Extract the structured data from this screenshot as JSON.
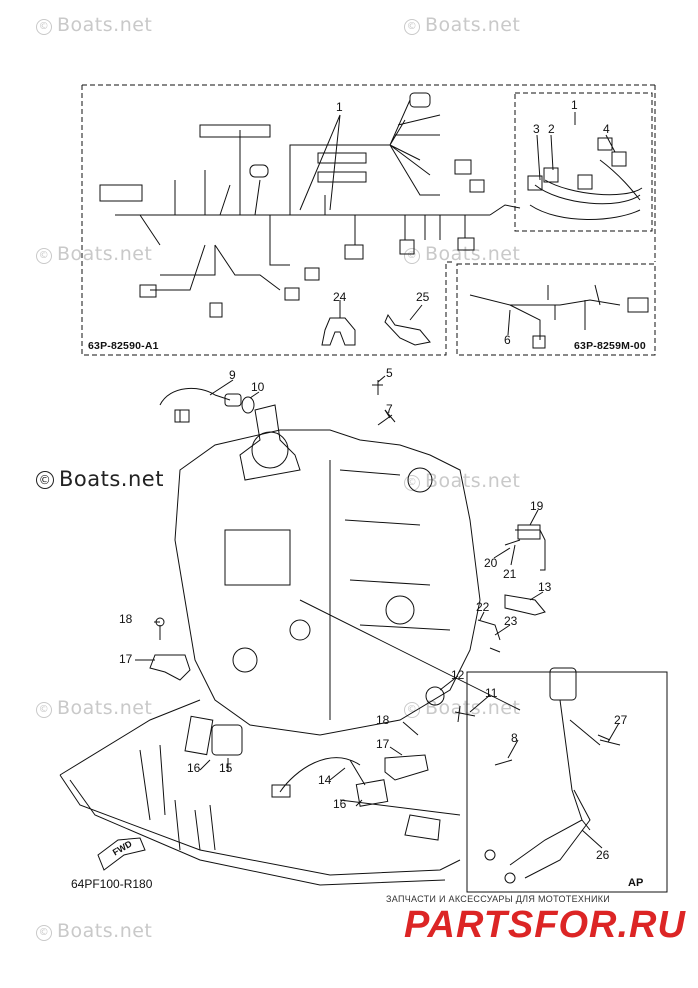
{
  "watermarks": [
    {
      "text": "Boats.net"
    },
    {
      "text": "Boats.net"
    },
    {
      "text": "Boats.net"
    },
    {
      "text": "Boats.net"
    },
    {
      "text": "Boats.net"
    },
    {
      "text": "Boats.net"
    },
    {
      "text": "Boats.net"
    },
    {
      "text": "Boats.net"
    }
  ],
  "main_watermark": "Boats.net",
  "copyright_symbol": "©",
  "box_codes": {
    "harness_main": "63P-82590-A1",
    "harness_sub": "63P-8259M-00"
  },
  "figure_code": "64PF100-R180",
  "fwd_label": "FWD",
  "ap_label": "AP",
  "callouts": [
    "1",
    "1",
    "2",
    "3",
    "4",
    "24",
    "25",
    "6",
    "9",
    "10",
    "5",
    "7",
    "19",
    "20",
    "21",
    "13",
    "22",
    "23",
    "18",
    "17",
    "12",
    "11",
    "18",
    "17",
    "8",
    "27",
    "14",
    "16",
    "15",
    "16",
    "26"
  ],
  "ad": {
    "top_text": "ЗАПЧАСТИ И АКСЕССУАРЫ ДЛЯ МОТОТЕХНИКИ",
    "logo": "PARTSFOR.RU"
  },
  "colors": {
    "line": "#111111",
    "watermark": "#c9c9c9",
    "ad_red": "#d60000"
  }
}
